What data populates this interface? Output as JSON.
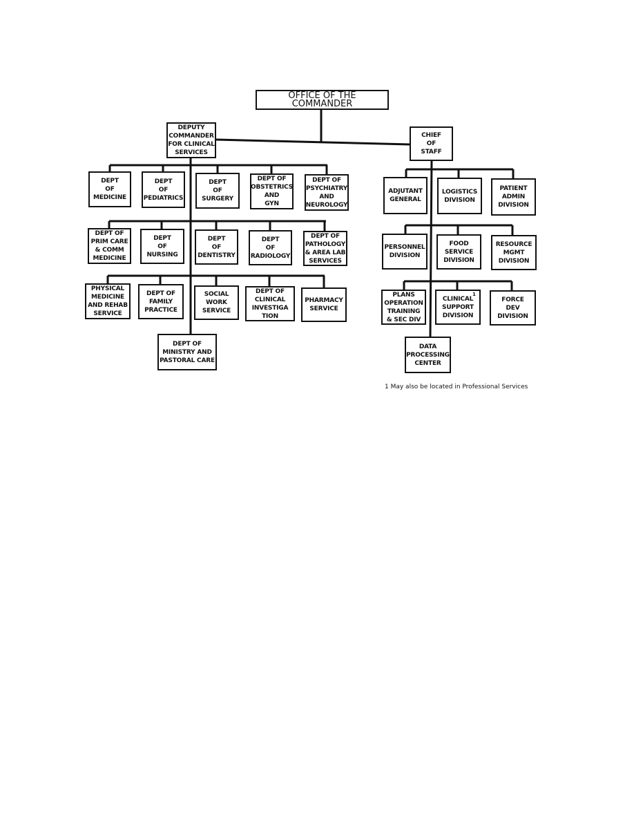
{
  "commander": "OFFICE OF THE COMMANDER",
  "deputy": "DEPUTY\nCOMMANDER\nFOR CLINICAL\nSERVICES",
  "chief": "CHIEF\nOF\nSTAFF",
  "clinical": [
    "DEPT\nOF\nMEDICINE",
    "DEPT\nOF\nPEDIATRICS",
    "DEPT\nOF\nSURGERY",
    "DEPT OF\nOBSTETRICS\nAND\nGYN",
    "DEPT OF\nPSYCHIATRY\nAND\nNEUROLOGY",
    "DEPT OF\nPRIM CARE\n& COMM\nMEDICINE",
    "DEPT\nOF\nNURSING",
    "DEPT\nOF\nDENTISTRY",
    "DEPT\nOF\nRADIOLOGY",
    "DEPT OF\nPATHOLOGY\n& AREA LAB\nSERVICES",
    "PHYSICAL\nMEDICINE\nAND REHAB\nSERVICE",
    "DEPT OF\nFAMILY\nPRACTICE",
    "SOCIAL\nWORK\nSERVICE",
    "DEPT OF\nCLINICAL\nINVESTIGA\nTION",
    "PHARMACY\nSERVICE",
    "DEPT OF\nMINISTRY AND\nPASTORAL CARE"
  ],
  "staff": [
    "ADJUTANT\nGENERAL",
    "LOGISTICS\nDIVISION",
    "PATIENT\nADMIN\nDIVISION",
    "PERSONNEL\nDIVISION",
    "FOOD\nSERVICE\nDIVISION",
    "RESOURCE\nMGMT\nDIVISION",
    "PLANS\nOPERATION\nTRAINING\n& SEC DIV",
    "CLINICAL\nSUPPORT\nDIVISION",
    "FORCE\nDEV\nDIVISION",
    "DATA\nPROCESSING\nCENTER"
  ],
  "clinical_support_marker": "1",
  "footnote": "1 May also be located in Professional Services"
}
